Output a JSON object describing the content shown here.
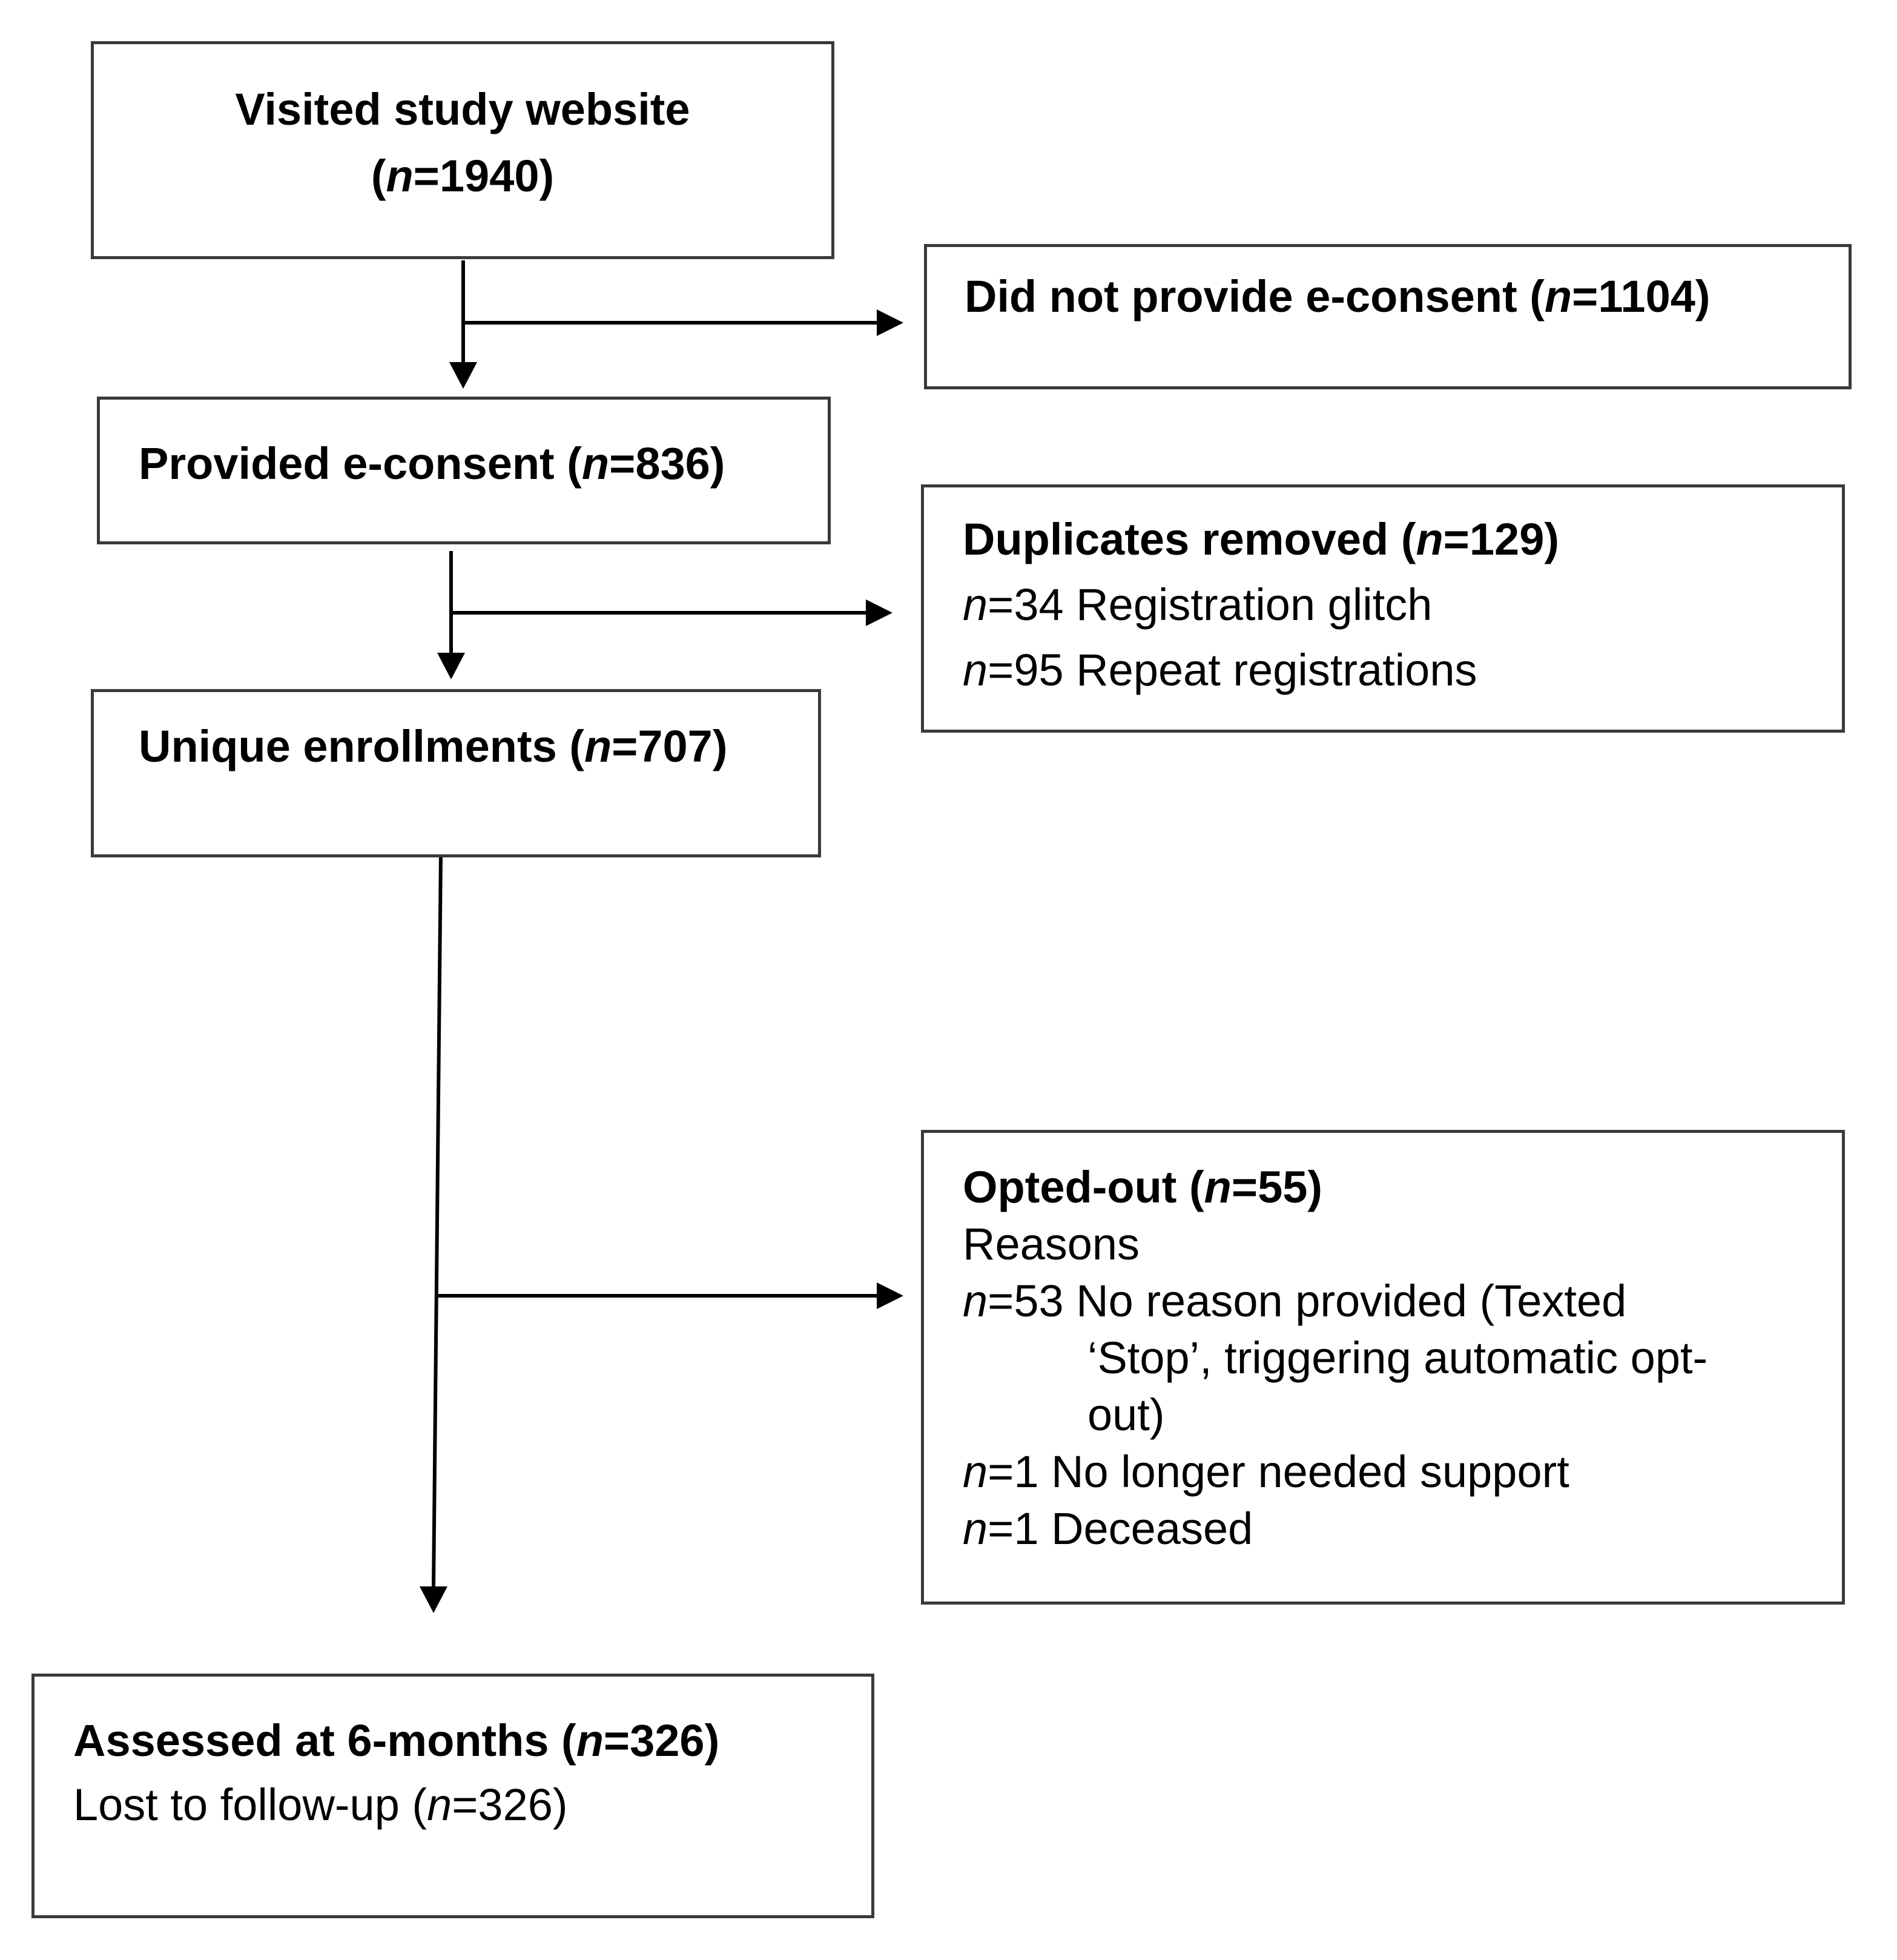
{
  "nodes": {
    "visited": {
      "line1": "Visited study website",
      "n_label": "n",
      "n_value": "=1940"
    },
    "no_consent": {
      "prefix": "Did not provide e-consent (",
      "n_label": "n",
      "n_value": "=1104)"
    },
    "consent": {
      "prefix": "Provided e-consent (",
      "n_label": "n",
      "n_value": "=836)"
    },
    "duplicates": {
      "prefix": "Duplicates removed (",
      "n_label": "n",
      "n_value": "=129)",
      "items": [
        {
          "n_label": "n",
          "text": "=34 Registration glitch"
        },
        {
          "n_label": "n",
          "text": "=95 Repeat registrations"
        }
      ]
    },
    "unique": {
      "prefix": "Unique enrollments (",
      "n_label": "n",
      "n_value": "=707)"
    },
    "opted_out": {
      "prefix": "Opted-out (",
      "n_label": "n",
      "n_value": "=55)",
      "reasons_label": "Reasons",
      "items": [
        {
          "n_label": "n",
          "text": "=53 No reason provided (Texted",
          "continuation": [
            "‘Stop’, triggering automatic opt-",
            "out)"
          ]
        },
        {
          "n_label": "n",
          "text": "=1 No longer needed support"
        },
        {
          "n_label": "n",
          "text": "=1 Deceased"
        }
      ]
    },
    "assessed": {
      "prefix": "Assessed at 6-months (",
      "n_label": "n",
      "n_value": "=326)",
      "lost_prefix": "Lost to follow-up (",
      "lost_n_label": "n",
      "lost_value": "=326)"
    }
  },
  "edges": [
    {
      "from": "visited",
      "to": "consent"
    },
    {
      "from": "visited",
      "to": "no_consent"
    },
    {
      "from": "consent",
      "to": "unique"
    },
    {
      "from": "consent",
      "to": "duplicates"
    },
    {
      "from": "unique",
      "to": "assessed"
    },
    {
      "from": "unique",
      "to": "opted_out"
    }
  ],
  "colors": {
    "stroke": "#3a3a3a",
    "text": "#000000",
    "background": "#ffffff"
  }
}
